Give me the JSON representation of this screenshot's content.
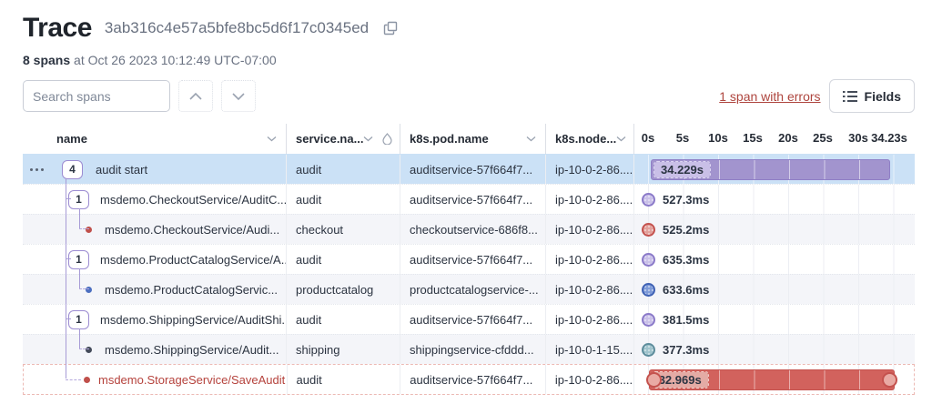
{
  "page": {
    "title": "Trace",
    "trace_id": "3ab316c4e57a5bfe8bc5d6f17c0345ed",
    "span_count": "8 spans",
    "timestamp": "at Oct 26 2023 10:12:49 UTC-07:00"
  },
  "toolbar": {
    "search_placeholder": "Search spans",
    "errors_link": "1 span with errors",
    "fields_label": "Fields"
  },
  "table": {
    "columns": [
      "name",
      "service.na...",
      "k8s.pod.name",
      "k8s.node..."
    ],
    "ticks": [
      "0s",
      "5s",
      "10s",
      "15s",
      "20s",
      "25s",
      "30s",
      "34.23s"
    ],
    "rows": [
      {
        "badge": "4",
        "name": "audit start",
        "service": "audit",
        "pod": "auditservice-57f664f7...",
        "node": "ip-10-0-2-86....",
        "duration": "34.229s",
        "marker": "bar",
        "color": "purple",
        "selected": true
      },
      {
        "badge": "1",
        "name": "msdemo.CheckoutService/AuditC...",
        "service": "audit",
        "pod": "auditservice-57f664f7...",
        "node": "ip-10-0-2-86....",
        "duration": "527.3ms",
        "marker": "circle",
        "color": "purple"
      },
      {
        "dot": "red",
        "name": "msdemo.CheckoutService/Audi...",
        "service": "checkout",
        "pod": "checkoutservice-686f8...",
        "node": "ip-10-0-2-86....",
        "duration": "525.2ms",
        "marker": "circle",
        "color": "red"
      },
      {
        "badge": "1",
        "name": "msdemo.ProductCatalogService/A...",
        "service": "audit",
        "pod": "auditservice-57f664f7...",
        "node": "ip-10-0-2-86....",
        "duration": "635.3ms",
        "marker": "circle",
        "color": "purple"
      },
      {
        "dot": "blue",
        "name": "msdemo.ProductCatalogServic...",
        "service": "productcatalog",
        "pod": "productcatalogservice-...",
        "node": "ip-10-0-2-86....",
        "duration": "633.6ms",
        "marker": "circle",
        "color": "blue"
      },
      {
        "badge": "1",
        "name": "msdemo.ShippingService/AuditShi...",
        "service": "audit",
        "pod": "auditservice-57f664f7...",
        "node": "ip-10-0-2-86....",
        "duration": "381.5ms",
        "marker": "circle",
        "color": "purple"
      },
      {
        "dot": "dark",
        "name": "msdemo.ShippingService/Audit...",
        "service": "shipping",
        "pod": "shippingservice-cfddd...",
        "node": "ip-10-0-1-15....",
        "duration": "377.3ms",
        "marker": "circle",
        "color": "teal"
      },
      {
        "dot": "red",
        "name": "msdemo.StorageService/SaveAudit",
        "service": "audit",
        "pod": "auditservice-57f664f7...",
        "node": "ip-10-0-2-86....",
        "duration": "32.969s",
        "marker": "bar",
        "color": "red",
        "error": true
      }
    ]
  },
  "colors": {
    "selected_row_bg": "#cbe1f6",
    "alt_row_bg": "#f4f5f9",
    "purple_bar": "#a294ce",
    "purple_border": "#8f7fc6",
    "error_bar": "#d2625d",
    "error_text": "#b5423c",
    "blue_dot": "#4c6fc0",
    "teal_dot": "#5d8d9c",
    "tree_line": "#a79bd6"
  }
}
